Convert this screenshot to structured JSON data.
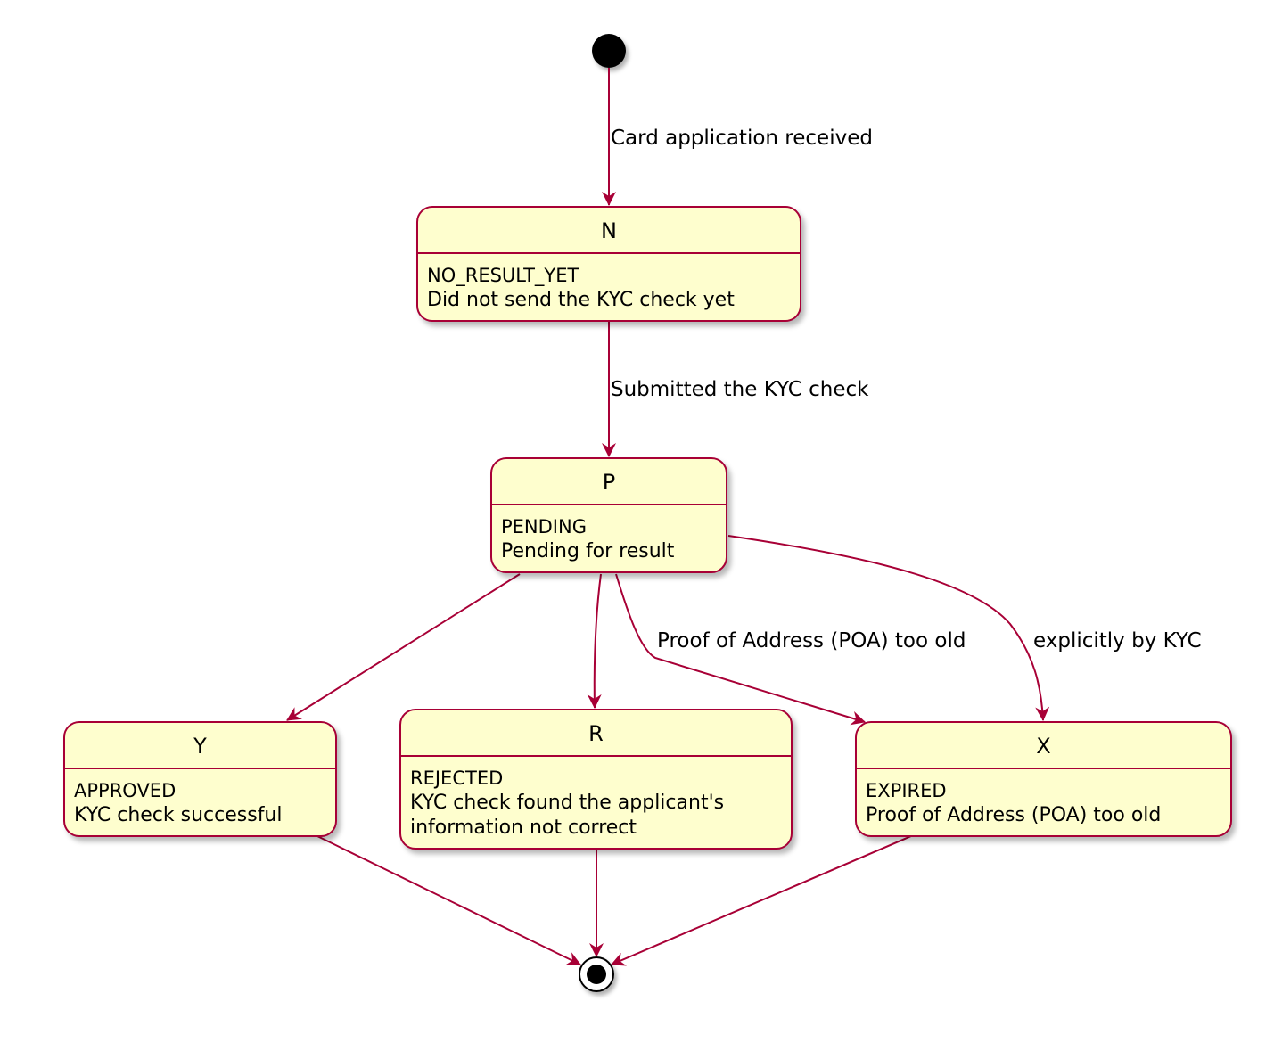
{
  "colors": {
    "state_fill": "#FEFECE",
    "state_border": "#A80036",
    "arrow": "#A80036",
    "node": "#000000"
  },
  "start_node": {
    "icon": "initial-state-dot"
  },
  "end_node": {
    "icon": "final-state-bullseye"
  },
  "states": {
    "N": {
      "name": "N",
      "code": "NO_RESULT_YET",
      "description": "Did not send the KYC check yet"
    },
    "P": {
      "name": "P",
      "code": "PENDING",
      "description": "Pending for result"
    },
    "Y": {
      "name": "Y",
      "code": "APPROVED",
      "description": "KYC check successful"
    },
    "R": {
      "name": "R",
      "code": "REJECTED",
      "description": "KYC check found the applicant's\ninformation not correct"
    },
    "X": {
      "name": "X",
      "code": "EXPIRED",
      "description": "Proof of Address (POA) too old"
    }
  },
  "transitions": {
    "start_to_n": {
      "from": "start",
      "to": "N",
      "label": "Card application received"
    },
    "n_to_p": {
      "from": "N",
      "to": "P",
      "label": "Submitted the KYC check"
    },
    "p_to_y": {
      "from": "P",
      "to": "Y"
    },
    "p_to_r": {
      "from": "P",
      "to": "R"
    },
    "p_to_x_poa": {
      "from": "P",
      "to": "X",
      "label": "Proof of Address (POA) too old"
    },
    "p_to_x_kyc": {
      "from": "P",
      "to": "X",
      "label": "explicitly by KYC"
    },
    "y_to_end": {
      "from": "Y",
      "to": "end"
    },
    "r_to_end": {
      "from": "R",
      "to": "end"
    },
    "x_to_end": {
      "from": "X",
      "to": "end"
    }
  }
}
